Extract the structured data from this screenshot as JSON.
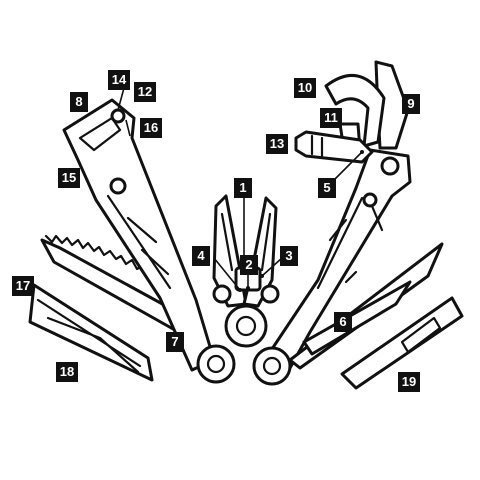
{
  "callouts": [
    {
      "label": "1"
    },
    {
      "label": "2"
    },
    {
      "label": "3"
    },
    {
      "label": "4"
    },
    {
      "label": "5"
    },
    {
      "label": "6"
    },
    {
      "label": "7"
    },
    {
      "label": "8"
    },
    {
      "label": "9"
    },
    {
      "label": "10"
    },
    {
      "label": "11"
    },
    {
      "label": "12"
    },
    {
      "label": "13"
    },
    {
      "label": "14"
    },
    {
      "label": "15"
    },
    {
      "label": "16"
    },
    {
      "label": "17"
    },
    {
      "label": "18"
    },
    {
      "label": "19"
    }
  ],
  "colors": {
    "line": "#111111",
    "badge_bg": "#111111",
    "badge_text": "#ffffff",
    "background": "#ffffff"
  }
}
